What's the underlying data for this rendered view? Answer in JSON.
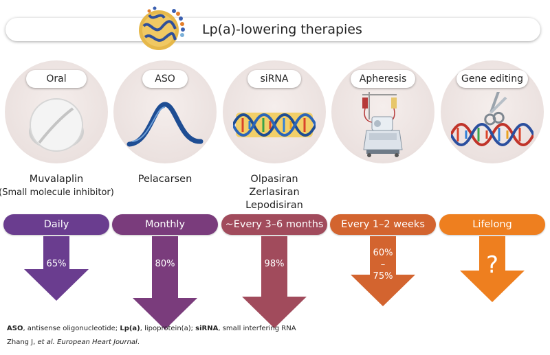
{
  "title": "Lp(a)-lowering therapies",
  "therapies": [
    {
      "category": "Oral",
      "drugs": [
        "Muvalaplin",
        "(Small molecule inhibitor)"
      ],
      "frequency": "Daily",
      "reduction": [
        "65%"
      ],
      "color": "#6a3d8f",
      "icon": "tablet-icon"
    },
    {
      "category": "ASO",
      "drugs": [
        "Pelacarsen"
      ],
      "frequency": "Monthly",
      "reduction": [
        "80%"
      ],
      "color": "#7a3c7c",
      "icon": "antisense-strand-icon"
    },
    {
      "category": "siRNA",
      "drugs": [
        "Olpasiran",
        "Zerlasiran",
        "Lepodisiran"
      ],
      "frequency": "~Every 3–6 months",
      "reduction": [
        "98%"
      ],
      "color": "#a14b5c",
      "icon": "double-strand-rna-icon"
    },
    {
      "category": "Apheresis",
      "drugs": [],
      "frequency": "Every 1–2 weeks",
      "reduction": [
        "60%",
        "–",
        "75%"
      ],
      "color": "#d3642f",
      "icon": "apheresis-machine-icon"
    },
    {
      "category": "Gene editing",
      "drugs": [],
      "frequency": "Lifelong",
      "reduction": [
        "?"
      ],
      "color": "#ee7f1f",
      "icon": "dna-scissors-icon"
    }
  ],
  "footnote": {
    "parts": [
      {
        "text": "ASO",
        "bold": true
      },
      {
        "text": ", antisense oligonucleotide; ",
        "bold": false
      },
      {
        "text": "Lp(a)",
        "bold": true
      },
      {
        "text": ", lipoprotein(a); ",
        "bold": false
      },
      {
        "text": "siRNA",
        "bold": true
      },
      {
        "text": ", small interfering RNA",
        "bold": false
      }
    ]
  },
  "citation": {
    "authors": "Zhang J, ",
    "etal": "et al.",
    "journal": "European Heart Journal",
    "end": "."
  }
}
